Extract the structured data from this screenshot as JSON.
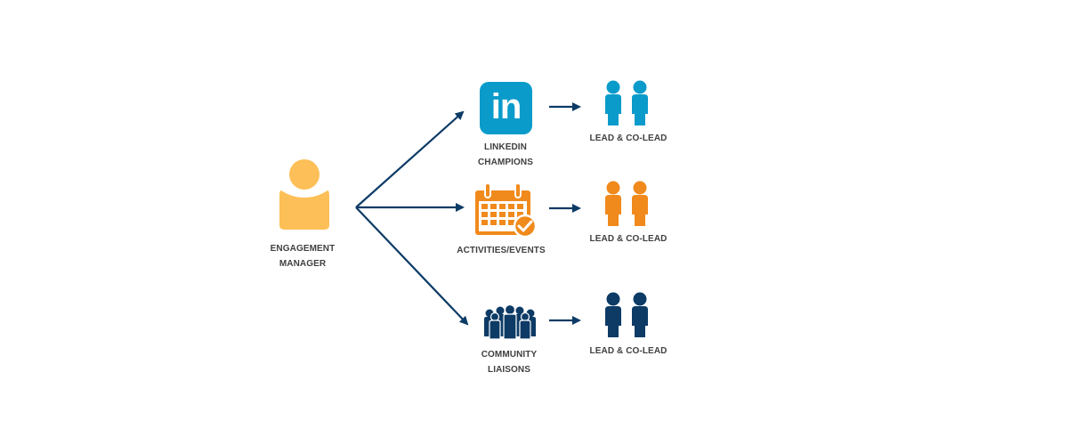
{
  "manager": {
    "label_line1": "ENGAGEMENT",
    "label_line2": "MANAGER",
    "color": "#FDBF57"
  },
  "branches": [
    {
      "label_line1": "LINKEDIN",
      "label_line2": "CHAMPIONS",
      "icon": "linkedin-icon",
      "icon_text": "in",
      "color": "#0A9BCB",
      "lead_label": "LEAD & CO-LEAD"
    },
    {
      "label_line1": "ACTIVITIES/EVENTS",
      "icon": "calendar-check-icon",
      "color": "#F08A1C",
      "lead_label": "LEAD & CO-LEAD"
    },
    {
      "label_line1": "COMMUNITY",
      "label_line2": "LIAISONS",
      "icon": "group-icon",
      "color": "#0D3B66",
      "lead_label": "LEAD & CO-LEAD"
    }
  ],
  "arrow_color": "#0D3B66",
  "text_color": "#404040"
}
